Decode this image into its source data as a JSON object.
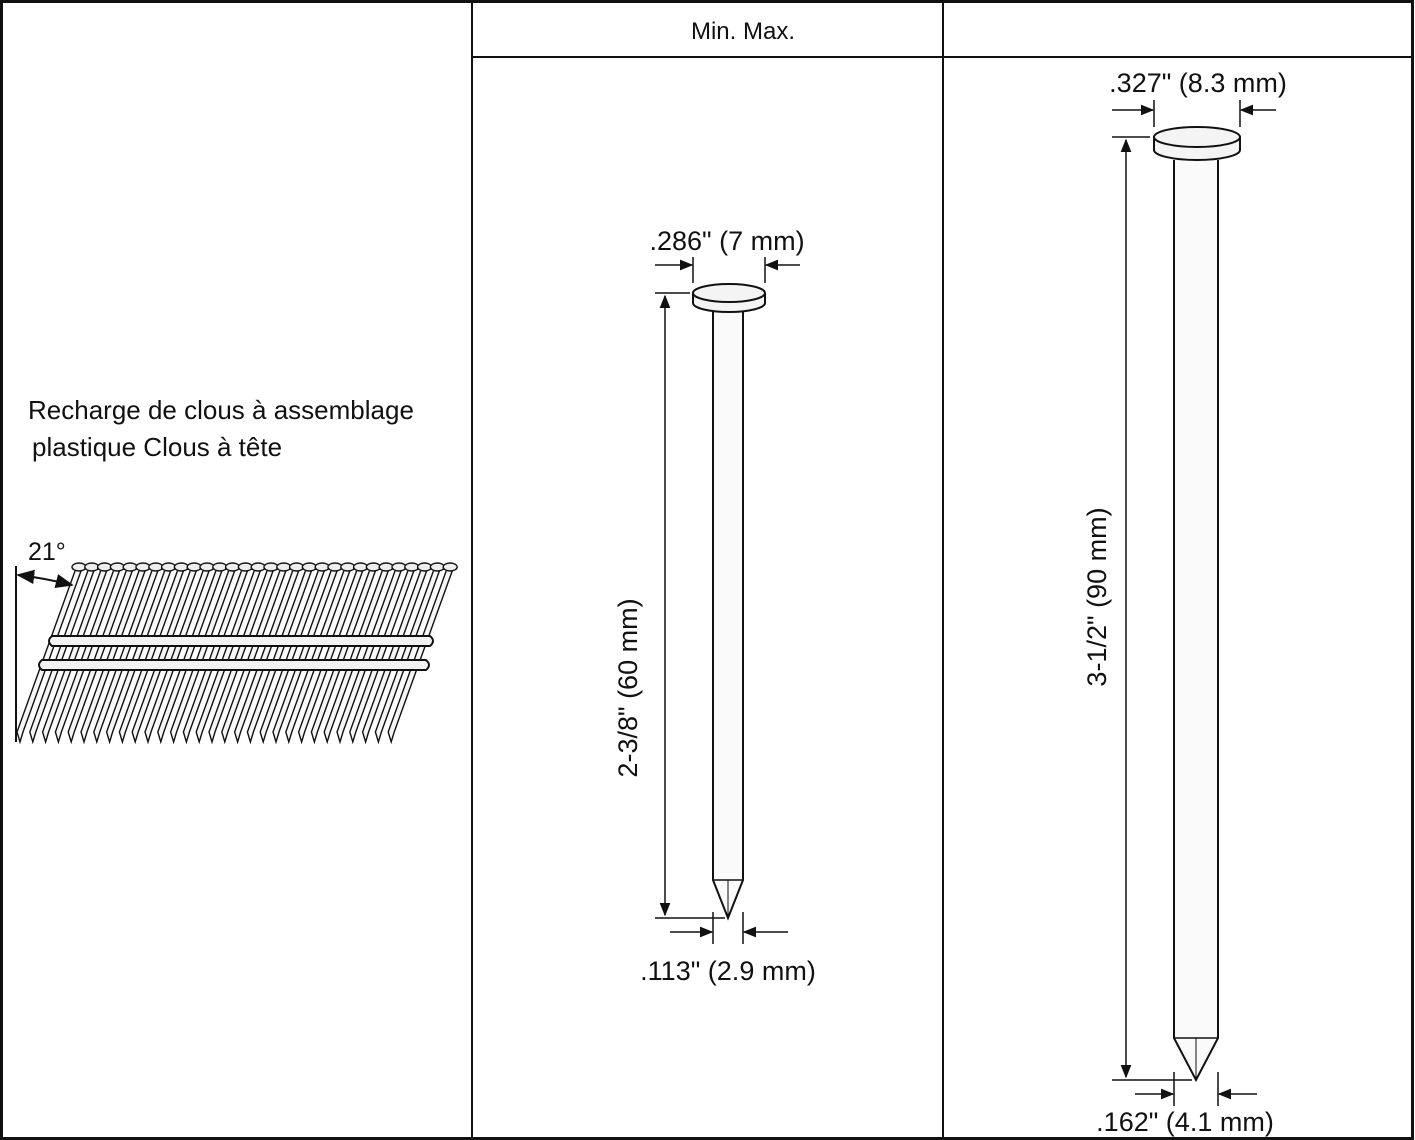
{
  "table": {
    "header_min_max": "Min. Max.",
    "header_right": ""
  },
  "strip": {
    "label_line1": "Recharge de clous à assemblage",
    "label_line2": "plastique Clous à tête",
    "angle": "21°",
    "nail_count": 30
  },
  "nail_min": {
    "head_diameter": ".286\" (7 mm)",
    "length": "2-3/8\" (60 mm)",
    "shank_diameter": ".113\" (2.9 mm)"
  },
  "nail_max": {
    "head_diameter": ".327\" (8.3 mm)",
    "length": "3-1/2\" (90 mm)",
    "shank_diameter": ".162\" (4.1 mm)"
  },
  "colors": {
    "line": "#111111",
    "head_fill": "#f4f4f4",
    "shank_fill": "#fafafa"
  }
}
